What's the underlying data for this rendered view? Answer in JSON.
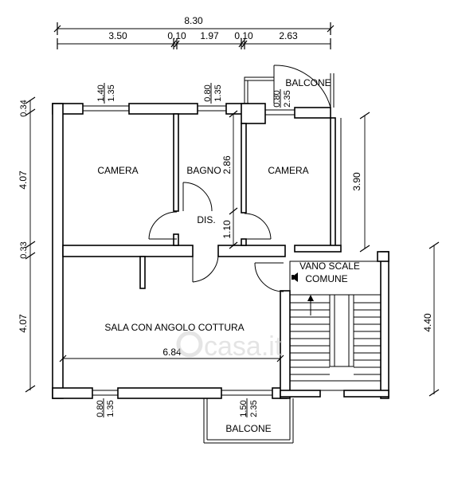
{
  "rooms": {
    "camera_left": "CAMERA",
    "bagno": "BAGNO",
    "camera_right": "CAMERA",
    "dis": "DIS.",
    "sala": "SALA CON ANGOLO COTTURA",
    "vano_line1": "VANO SCALE",
    "vano_line2": "COMUNE",
    "balcone_top": "BALCONE",
    "balcone_bottom": "BALCONE"
  },
  "dimensions": {
    "overall_width": "8.30",
    "seg1": "3.50",
    "seg2": "0.10",
    "seg3": "1.97",
    "seg4": "0.10",
    "seg5": "2.63",
    "left_top": "0.34",
    "left_upper": "4.07",
    "left_mid": "0.33",
    "left_lower": "4.07",
    "right_stair": "4.40",
    "right_room": "3.90",
    "bagno_height": "2.86",
    "dis_height": "1.10",
    "sala_width": "6.84",
    "win1_w": "1.40",
    "win1_h": "1.35",
    "win2_w": "0.80",
    "win2_h": "1.35",
    "win3_w": "0.80",
    "win3_h": "2.35",
    "win4_w": "0.80",
    "win4_h": "1.35",
    "win5_w": "1.50",
    "win5_h": "2.35"
  },
  "watermark": "casa.it",
  "icons": {
    "stair_arrow": "arrow-left-icon",
    "stair_up": "arrow-up-icon"
  }
}
